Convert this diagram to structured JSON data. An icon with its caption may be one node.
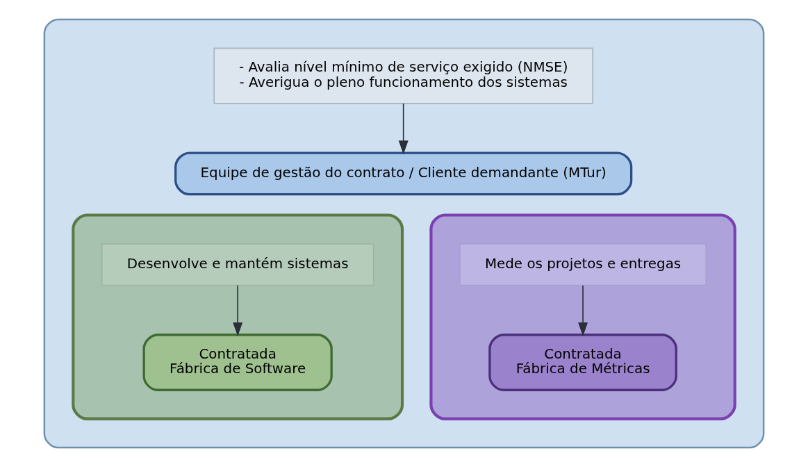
{
  "diagram": {
    "nodes": [
      {
        "text": [],
        "shape": "box"
      },
      {
        "text": [
          "- Avalia nível mínimo de serviço exigido (NMSE)",
          "- Averigua o pleno funcionamento dos sistemas"
        ],
        "in": 0
      },
      {
        "text": [
          "Equipe de gestão do contrato / Cliente demandante (MTur)"
        ],
        "in": 0
      },
      {
        "text": [],
        "shape": "cylinder",
        "in": 0
      },
      {
        "text": [
          "Desenvolve e mantém sistemas"
        ],
        "in": 3
      },
      {
        "text": [
          "Contratada",
          "Fábrica de Software"
        ],
        "in": 3
      },
      {
        "text": [],
        "shape": "cylinder",
        "in": 0
      },
      {
        "text": [
          "Mede os projetos e entregas"
        ],
        "in": 6
      },
      {
        "text": [
          "Contratada",
          "Fábrica de Métricas"
        ],
        "in": 6
      }
    ],
    "edges": [
      {
        "from": 1,
        "to": 2,
        "arrow": "to"
      },
      {
        "from": 4,
        "to": 5,
        "arrow": "to"
      },
      {
        "from": 7,
        "to": 8,
        "arrow": "to"
      }
    ]
  }
}
